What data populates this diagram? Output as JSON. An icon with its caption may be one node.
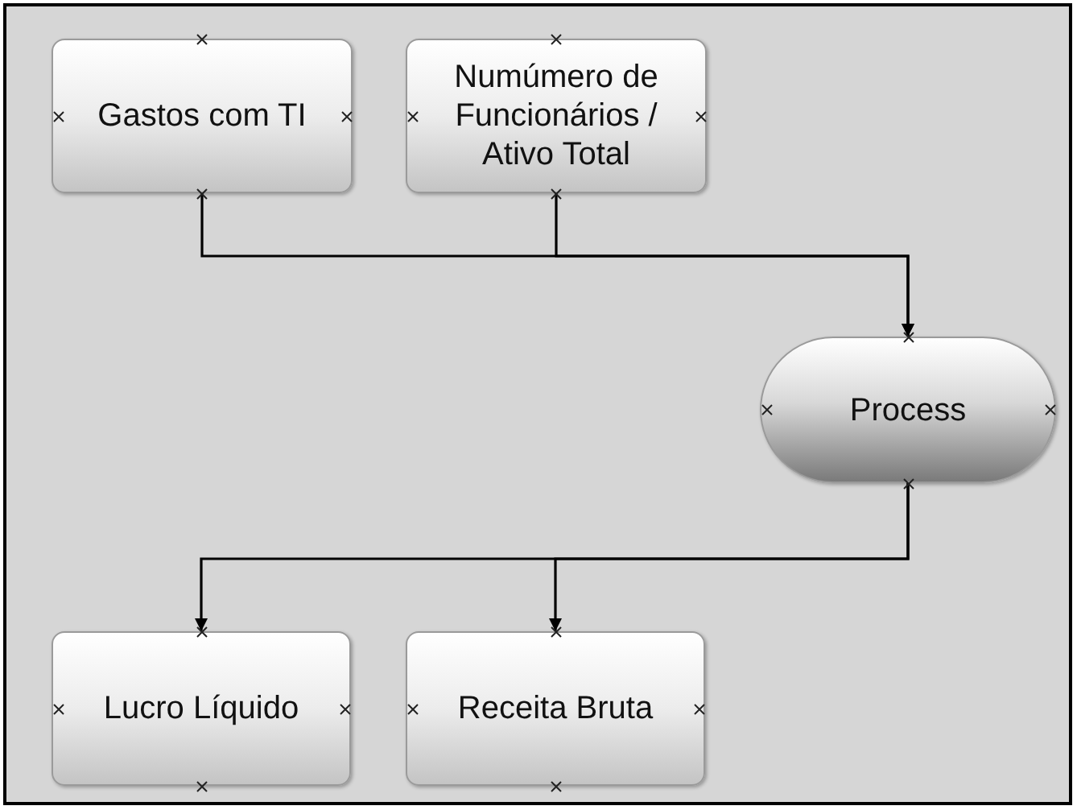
{
  "diagram": {
    "nodes": [
      {
        "text": [
          "Gastos com TI"
        ]
      },
      {
        "text": [
          "Numúmero de Funcionários / Ativo Total"
        ]
      },
      {
        "text": [
          "Process"
        ]
      },
      {
        "text": [
          "Lucro Líquido"
        ]
      },
      {
        "text": [
          "Receita Bruta"
        ]
      }
    ],
    "edges": [
      {
        "from": 0,
        "to": 2,
        "arrow": "to"
      },
      {
        "from": 1,
        "to": 2,
        "arrow": "to"
      },
      {
        "from": 2,
        "to": 3,
        "arrow": "to"
      },
      {
        "from": 2,
        "to": 4,
        "arrow": "to"
      }
    ]
  }
}
